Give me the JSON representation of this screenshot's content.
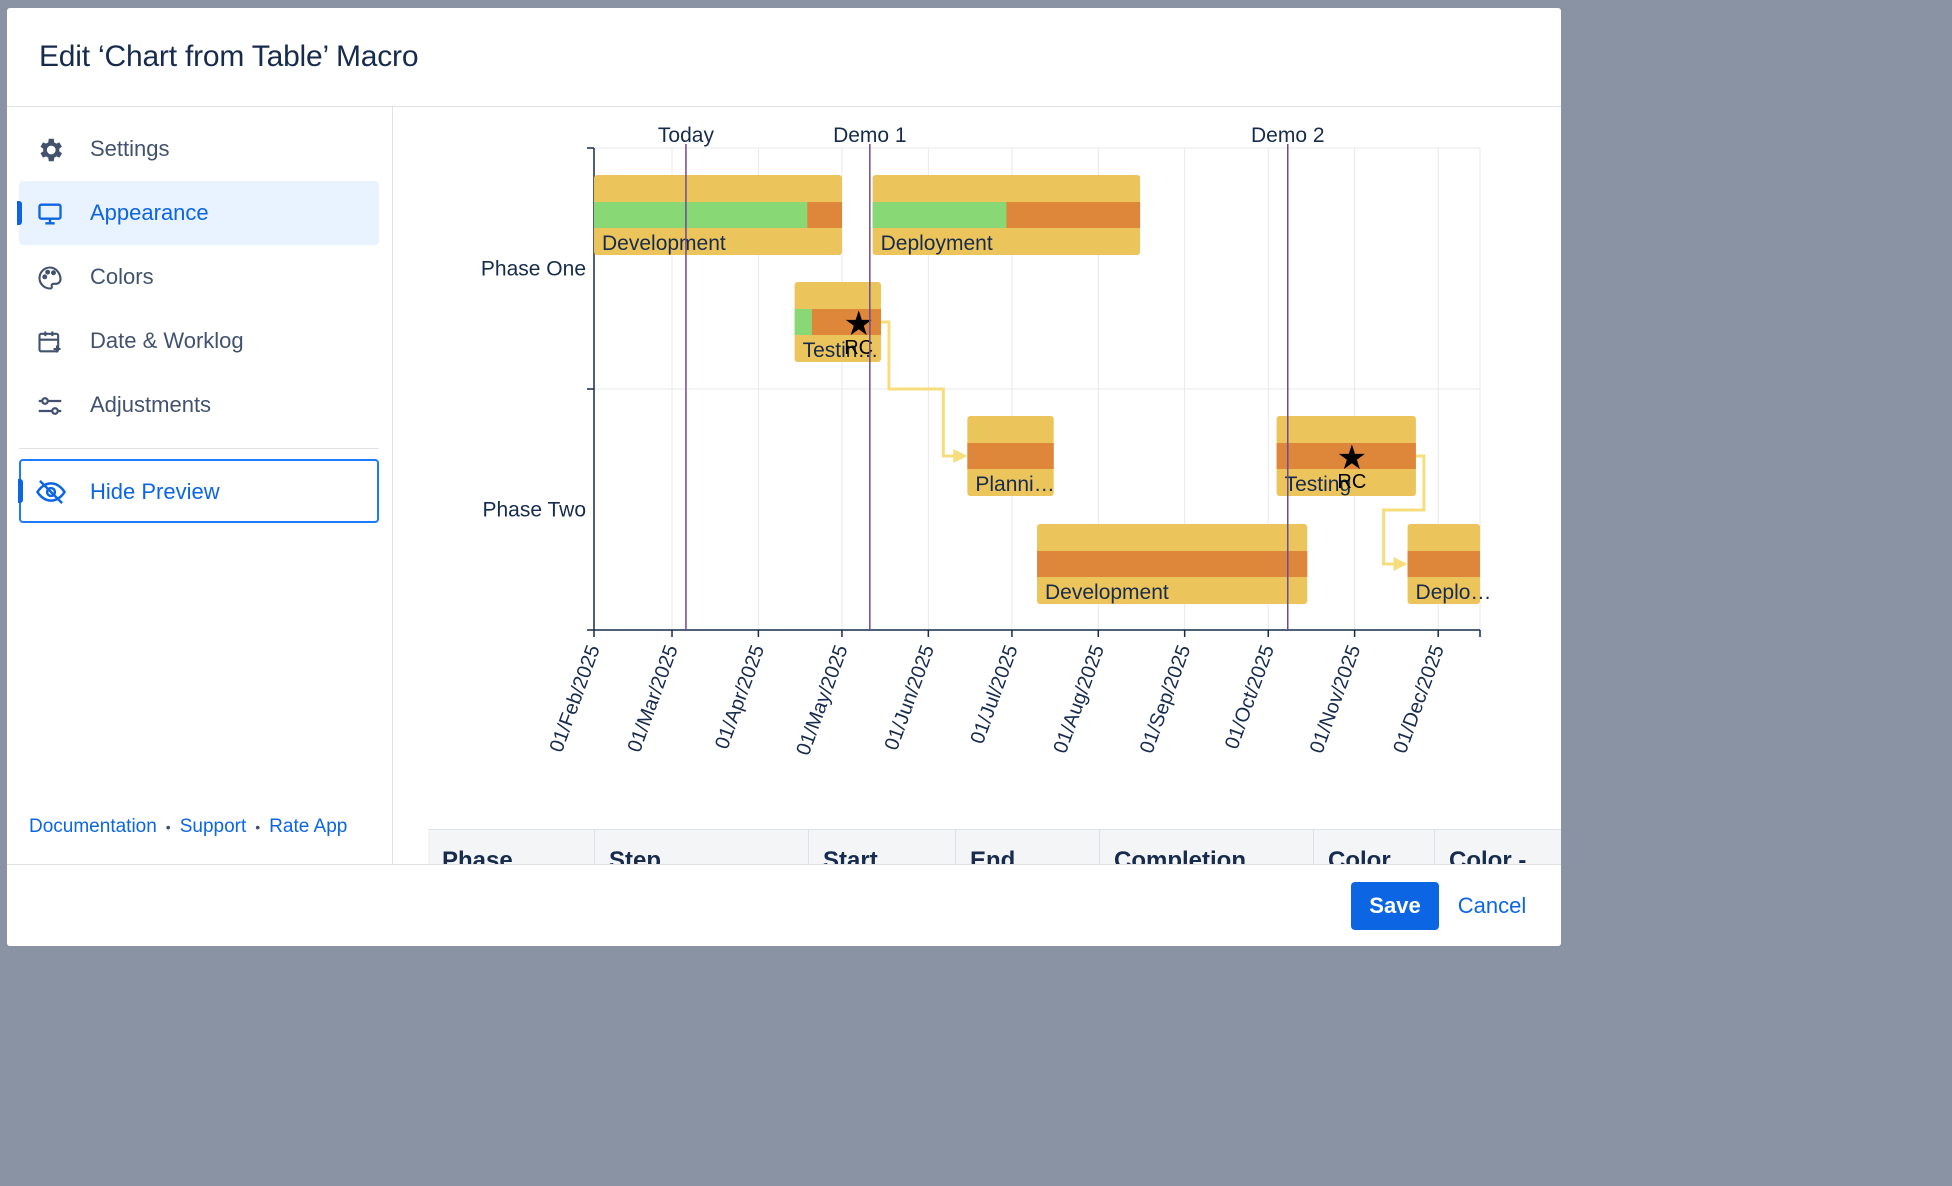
{
  "dialog": {
    "title": "Edit ‘Chart from Table’ Macro"
  },
  "sidebar": {
    "items": [
      {
        "label": "Settings",
        "icon": "gear-icon",
        "active": false
      },
      {
        "label": "Appearance",
        "icon": "monitor-icon",
        "active": true
      },
      {
        "label": "Colors",
        "icon": "palette-icon",
        "active": false
      },
      {
        "label": "Date & Worklog",
        "icon": "calendar-plus-icon",
        "active": false
      },
      {
        "label": "Adjustments",
        "icon": "sliders-icon",
        "active": false
      }
    ],
    "toggle_preview": {
      "label": "Hide Preview",
      "icon": "eye-slash-icon"
    },
    "links": [
      "Documentation",
      "Support",
      "Rate App"
    ]
  },
  "chart_data": {
    "type": "gantt",
    "x_axis": {
      "ticks": [
        "01/Feb/2025",
        "01/Mar/2025",
        "01/Apr/2025",
        "01/May/2025",
        "01/Jun/2025",
        "01/Jul/2025",
        "01/Aug/2025",
        "01/Sep/2025",
        "01/Oct/2025",
        "01/Nov/2025",
        "01/Dec/2025"
      ],
      "start": "2025-02-01",
      "end": "2025-12-16"
    },
    "categories": [
      "Phase One",
      "Phase Two"
    ],
    "markers": [
      {
        "label": "Today",
        "date": "2025-03-06"
      },
      {
        "label": "Demo 1",
        "date": "2025-05-11"
      },
      {
        "label": "Demo 2",
        "date": "2025-10-08"
      }
    ],
    "tasks": [
      {
        "phase": "Phase One",
        "label": "Development",
        "start": "2025-02-01",
        "end": "2025-05-01",
        "completion": 0.86,
        "row": 0
      },
      {
        "phase": "Phase One",
        "label": "Deployment",
        "start": "2025-05-12",
        "end": "2025-08-16",
        "completion": 0.5,
        "row": 0
      },
      {
        "phase": "Phase One",
        "label": "Testin…",
        "start": "2025-04-14",
        "end": "2025-05-15",
        "completion": 0.2,
        "row": 1,
        "milestone": {
          "label": "RC",
          "date": "2025-05-07"
        }
      },
      {
        "phase": "Phase Two",
        "label": "Planni…",
        "start": "2025-06-15",
        "end": "2025-07-16",
        "completion": 0,
        "row": 0
      },
      {
        "phase": "Phase Two",
        "label": "Testing",
        "start": "2025-10-04",
        "end": "2025-11-23",
        "completion": 0,
        "row": 0,
        "milestone": {
          "label": "RC",
          "date": "2025-10-31"
        }
      },
      {
        "phase": "Phase Two",
        "label": "Development",
        "start": "2025-07-10",
        "end": "2025-10-15",
        "completion": 0,
        "row": 1
      },
      {
        "phase": "Phase Two",
        "label": "Deplo…",
        "start": "2025-11-20",
        "end": "2025-12-18",
        "completion": 0,
        "row": 1
      }
    ],
    "dependencies": [
      {
        "from": 2,
        "to": 3
      },
      {
        "from": 4,
        "to": 6
      }
    ],
    "colors": {
      "bar": "#ecc45c",
      "progress_done": "#88d876",
      "progress_remaining": "#de863a",
      "marker_line": "#6a4c93",
      "dependency": "#f6de7c",
      "grid": "#e8e8e8",
      "axis": "#172b4d"
    }
  },
  "table": {
    "columns": [
      "Phase",
      "Step",
      "Start",
      "End",
      "Completion",
      "Color",
      "Color -"
    ]
  },
  "footer": {
    "save_label": "Save",
    "cancel_label": "Cancel"
  }
}
